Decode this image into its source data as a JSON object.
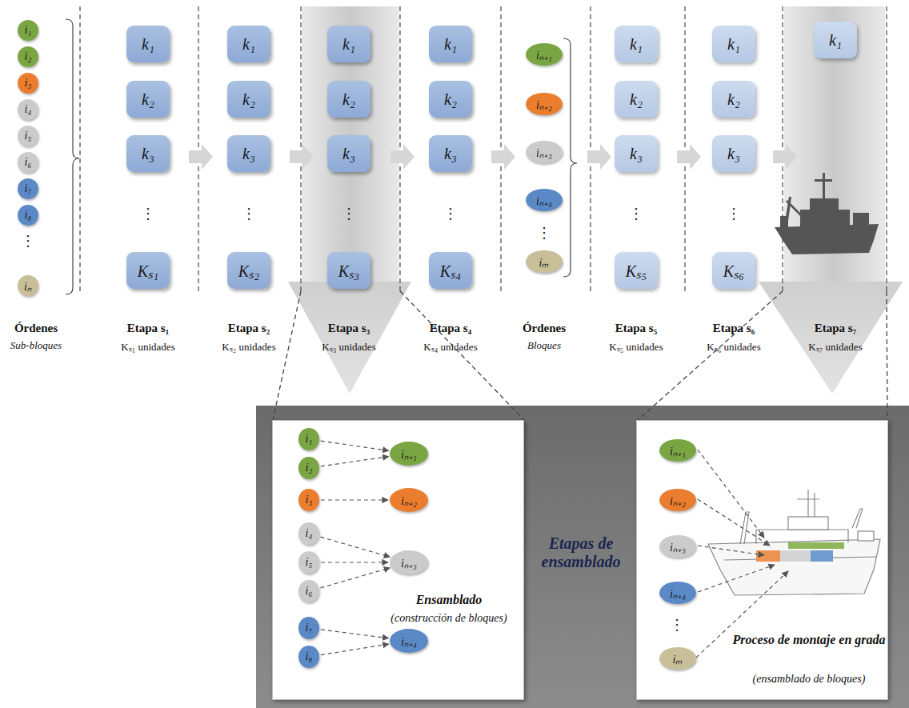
{
  "diagram": {
    "nodes": [
      {
        "text": [
          "i₁"
        ]
      },
      {
        "text": [
          "i₂"
        ]
      },
      {
        "text": [
          "i₃"
        ]
      },
      {
        "text": [
          "i₄"
        ]
      },
      {
        "text": [
          "i₅"
        ]
      },
      {
        "text": [
          "i₆"
        ]
      },
      {
        "text": [
          "i₇"
        ]
      },
      {
        "text": [
          "i₈"
        ]
      },
      {
        "text": [
          "iₙ"
        ]
      },
      {
        "text": [
          "k₁"
        ]
      },
      {
        "text": [
          "k₂"
        ]
      },
      {
        "text": [
          "k₃"
        ]
      },
      {
        "text": [
          "Kₛ₁"
        ]
      },
      {
        "text": [
          "k₁"
        ]
      },
      {
        "text": [
          "k₂"
        ]
      },
      {
        "text": [
          "k₃"
        ]
      },
      {
        "text": [
          "Kₛ₂"
        ]
      },
      {
        "text": [
          "k₁"
        ]
      },
      {
        "text": [
          "k₂"
        ]
      },
      {
        "text": [
          "k₃"
        ]
      },
      {
        "text": [
          "Kₛ₃"
        ]
      },
      {
        "text": [
          "k₁"
        ]
      },
      {
        "text": [
          "k₂"
        ]
      },
      {
        "text": [
          "k₃"
        ]
      },
      {
        "text": [
          "Kₛ₄"
        ]
      },
      {
        "text": [
          "iₙ₊₁"
        ]
      },
      {
        "text": [
          "iₙ₊₂"
        ]
      },
      {
        "text": [
          "iₙ₊₃"
        ]
      },
      {
        "text": [
          "iₙ₊₄"
        ]
      },
      {
        "text": [
          "iₘ"
        ]
      },
      {
        "text": [
          "k₁"
        ]
      },
      {
        "text": [
          "k₂"
        ]
      },
      {
        "text": [
          "k₃"
        ]
      },
      {
        "text": [
          "Kₛ₅"
        ]
      },
      {
        "text": [
          "k₁"
        ]
      },
      {
        "text": [
          "k₂"
        ]
      },
      {
        "text": [
          "k₃"
        ]
      },
      {
        "text": [
          "Kₛ₆"
        ]
      },
      {
        "text": [
          "k₁"
        ]
      },
      {
        "text": [
          "Etapas de ensamblado"
        ]
      },
      {
        "text": [
          "Ensamblado",
          "(construcción de bloques)"
        ],
        "in": 39
      },
      {
        "text": [
          "i₁"
        ],
        "in": 40
      },
      {
        "text": [
          "i₂"
        ],
        "in": 40
      },
      {
        "text": [
          "i₃"
        ],
        "in": 40
      },
      {
        "text": [
          "i₄"
        ],
        "in": 40
      },
      {
        "text": [
          "i₅"
        ],
        "in": 40
      },
      {
        "text": [
          "i₆"
        ],
        "in": 40
      },
      {
        "text": [
          "i₇"
        ],
        "in": 40
      },
      {
        "text": [
          "i₈"
        ],
        "in": 40
      },
      {
        "text": [
          "iₙ₊₁"
        ],
        "in": 40
      },
      {
        "text": [
          "iₙ₊₂"
        ],
        "in": 40
      },
      {
        "text": [
          "iₙ₊₃"
        ],
        "in": 40
      },
      {
        "text": [
          "iₙ₊₄"
        ],
        "in": 40
      },
      {
        "text": [
          "Proceso de montaje en grada",
          "(ensamblado de bloques)"
        ],
        "in": 39
      },
      {
        "text": [
          "iₙ₊₁"
        ],
        "in": 53
      },
      {
        "text": [
          "iₙ₊₂"
        ],
        "in": 53
      },
      {
        "text": [
          "iₙ₊₃"
        ],
        "in": 53
      },
      {
        "text": [
          "iₙ₊₄"
        ],
        "in": 53
      },
      {
        "text": [
          "iₘ"
        ],
        "in": 53
      }
    ],
    "edges": [
      {
        "from": 41,
        "to": 49,
        "arrow": "to"
      },
      {
        "from": 42,
        "to": 49,
        "arrow": "to"
      },
      {
        "from": 43,
        "to": 50,
        "arrow": "to"
      },
      {
        "from": 44,
        "to": 51,
        "arrow": "to"
      },
      {
        "from": 45,
        "to": 51,
        "arrow": "to"
      },
      {
        "from": 46,
        "to": 51,
        "arrow": "to"
      },
      {
        "from": 47,
        "to": 52,
        "arrow": "to"
      },
      {
        "from": 48,
        "to": 52,
        "arrow": "to"
      }
    ],
    "labels": [
      "⋮",
      "⋮",
      "⋮",
      "⋮",
      "⋮",
      "⋮",
      "⋮",
      "⋮",
      "⋮",
      "Órdenes",
      "Sub-bloques",
      "Etapa s₁",
      "Kₛ₁ unidades",
      "Etapa s₂",
      "Kₛ₂ unidades",
      "Etapa s₃",
      "Kₛ₃ unidades",
      "Etapa s₄",
      "Kₛ₄ unidades",
      "Órdenes",
      "Bloques",
      "Etapa s₅",
      "Kₛ₅ unidades",
      "Etapa s₆",
      "Kₛ₆ unidades",
      "Etapa s₇",
      "Kₛ₇ unidades"
    ]
  }
}
